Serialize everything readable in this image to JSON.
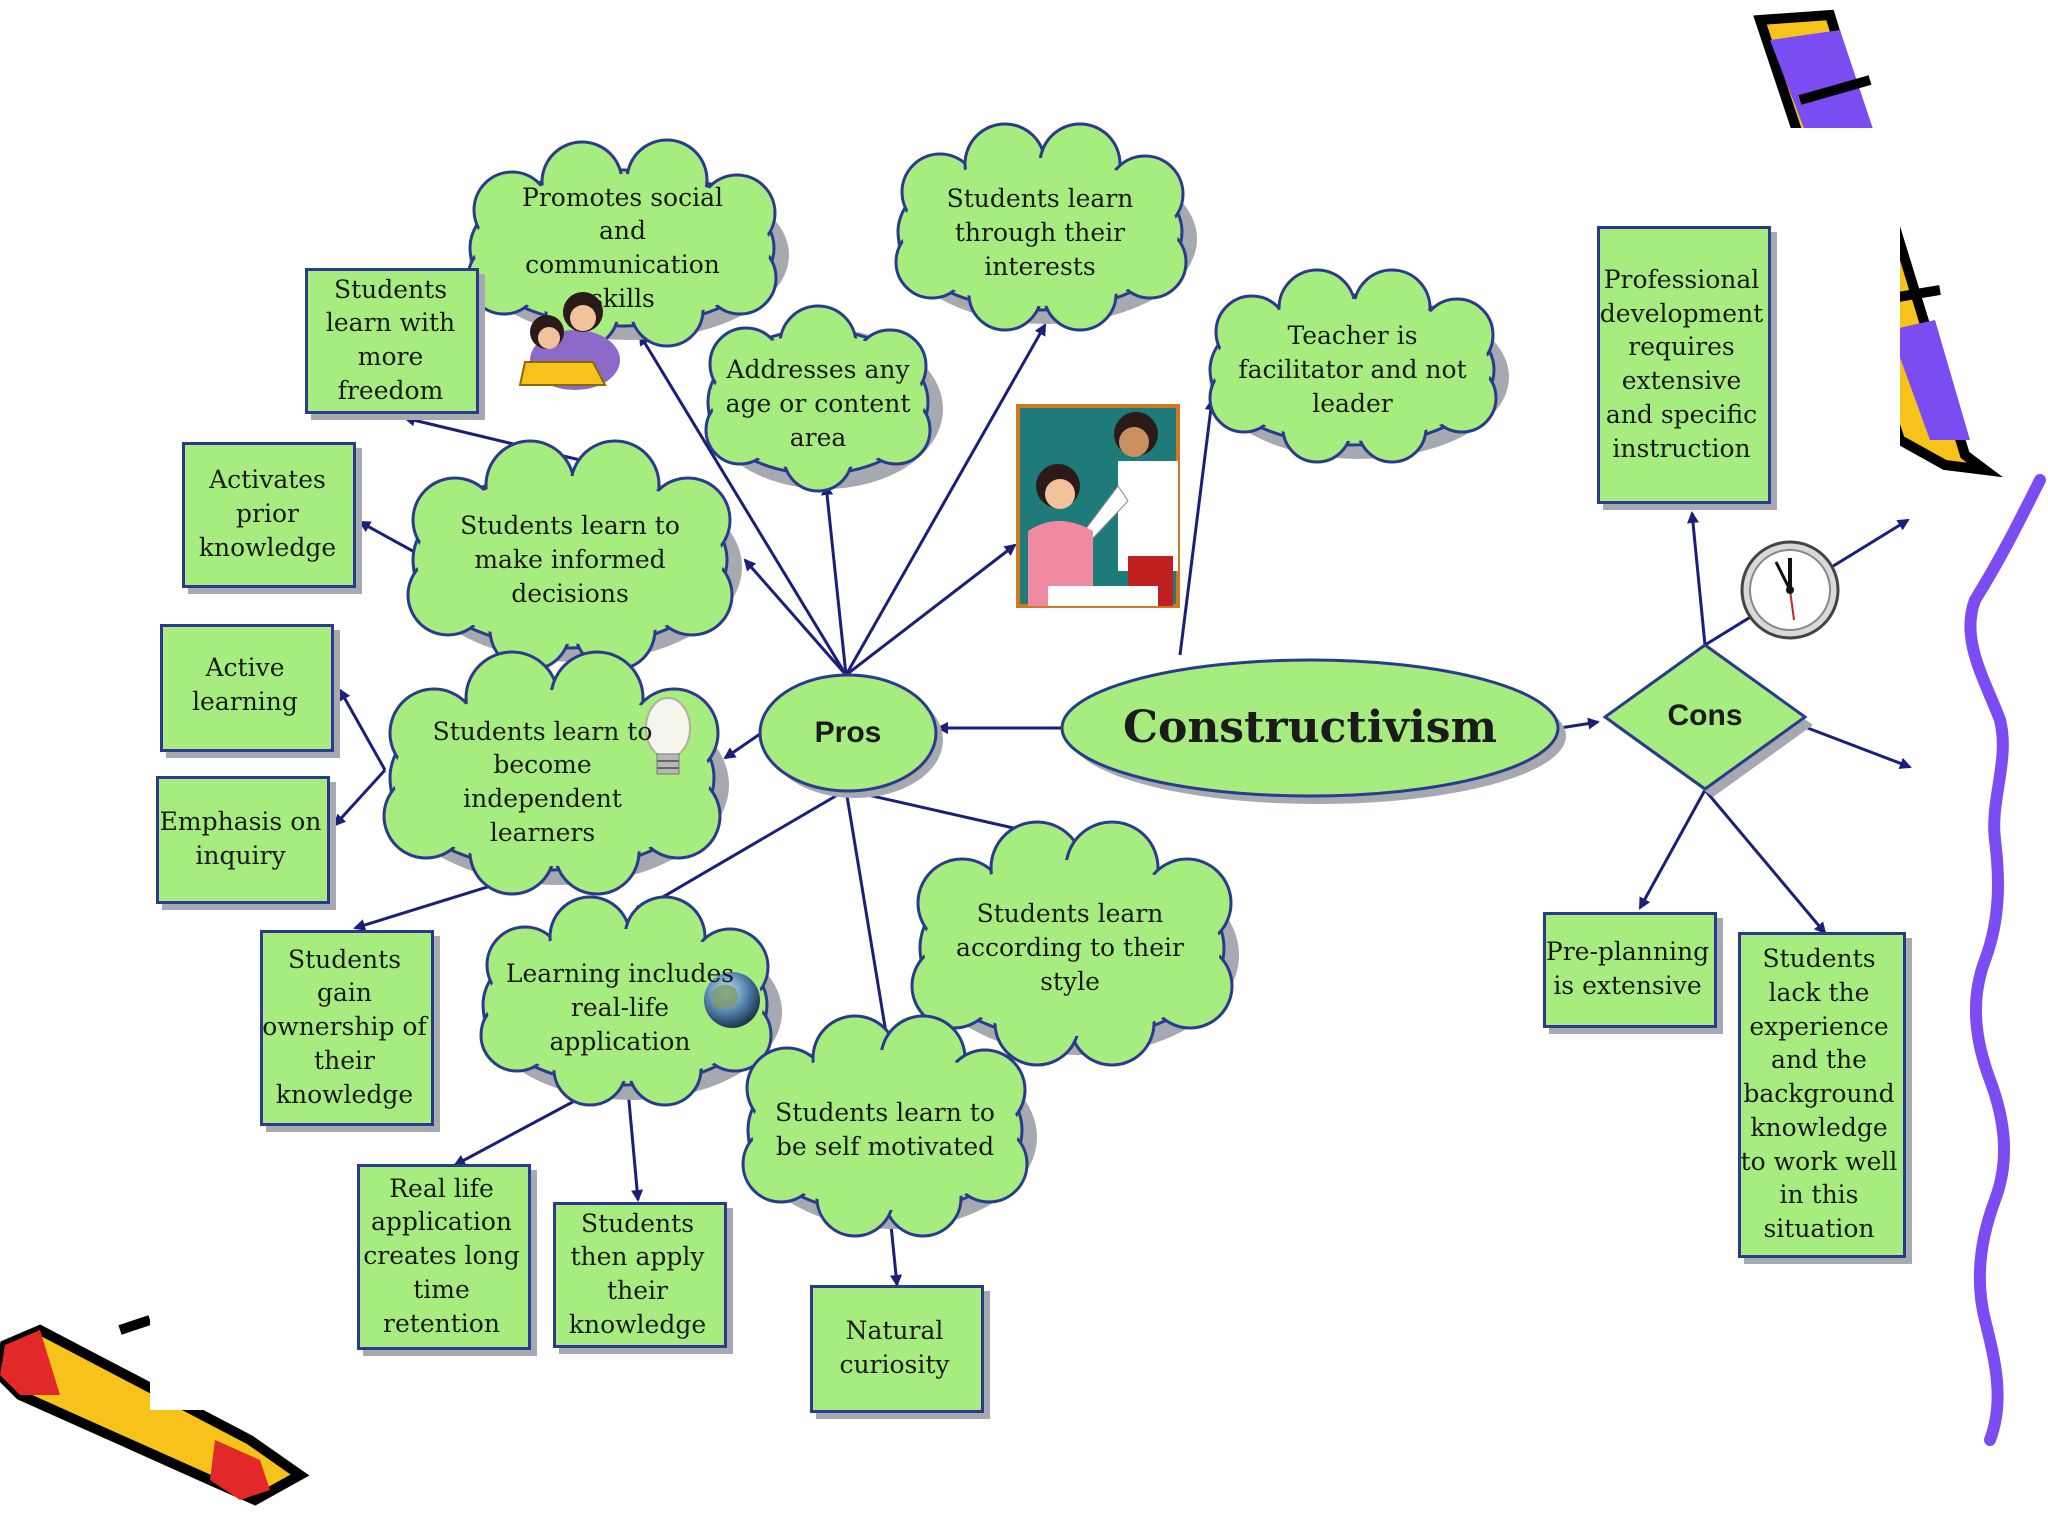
{
  "colors": {
    "node_fill": "#a6ec7e",
    "node_stroke": "#2a3a8c",
    "shadow": "#a7a9b0",
    "arrow": "#1c1f7a",
    "border_squiggle": "#7a4cf2",
    "pencil_yellow": "#f7c21a",
    "pencil_red": "#e22828"
  },
  "center": {
    "label": "Constructivism"
  },
  "pros": {
    "label": "Pros",
    "items": {
      "social_skills": "Promotes social and communication skills",
      "interests": "Students learn through their interests",
      "more_freedom": "Students learn with more freedom",
      "any_age": "Addresses any age or content area",
      "facilitator": "Teacher is facilitator and not leader",
      "prior_knowledge": "Activates prior knowledge",
      "informed_decisions": "Students learn to make informed decisions",
      "active_learning": "Active learning",
      "independent": "Students learn to become independent learners",
      "inquiry": "Emphasis on inquiry",
      "ownership": "Students gain ownership of their knowledge",
      "real_life": "Learning includes real-life application",
      "style": "Students learn according to their style",
      "self_motivated": "Students learn to be self motivated",
      "retention": "Real life application creates long time retention",
      "apply": "Students then apply their knowledge",
      "curiosity": "Natural curiosity"
    }
  },
  "cons": {
    "label": "Cons",
    "items": {
      "prof_dev": "Professional development requires extensive and specific instruction",
      "preplanning": "Pre-planning is extensive",
      "lack_experience": "Students lack the experience and the background knowledge to work well in this situation"
    }
  },
  "icons": [
    "clock-icon",
    "lightbulb-icon",
    "globe-icon",
    "students-reading-icon",
    "teacher-student-icon",
    "pencil-icon"
  ]
}
